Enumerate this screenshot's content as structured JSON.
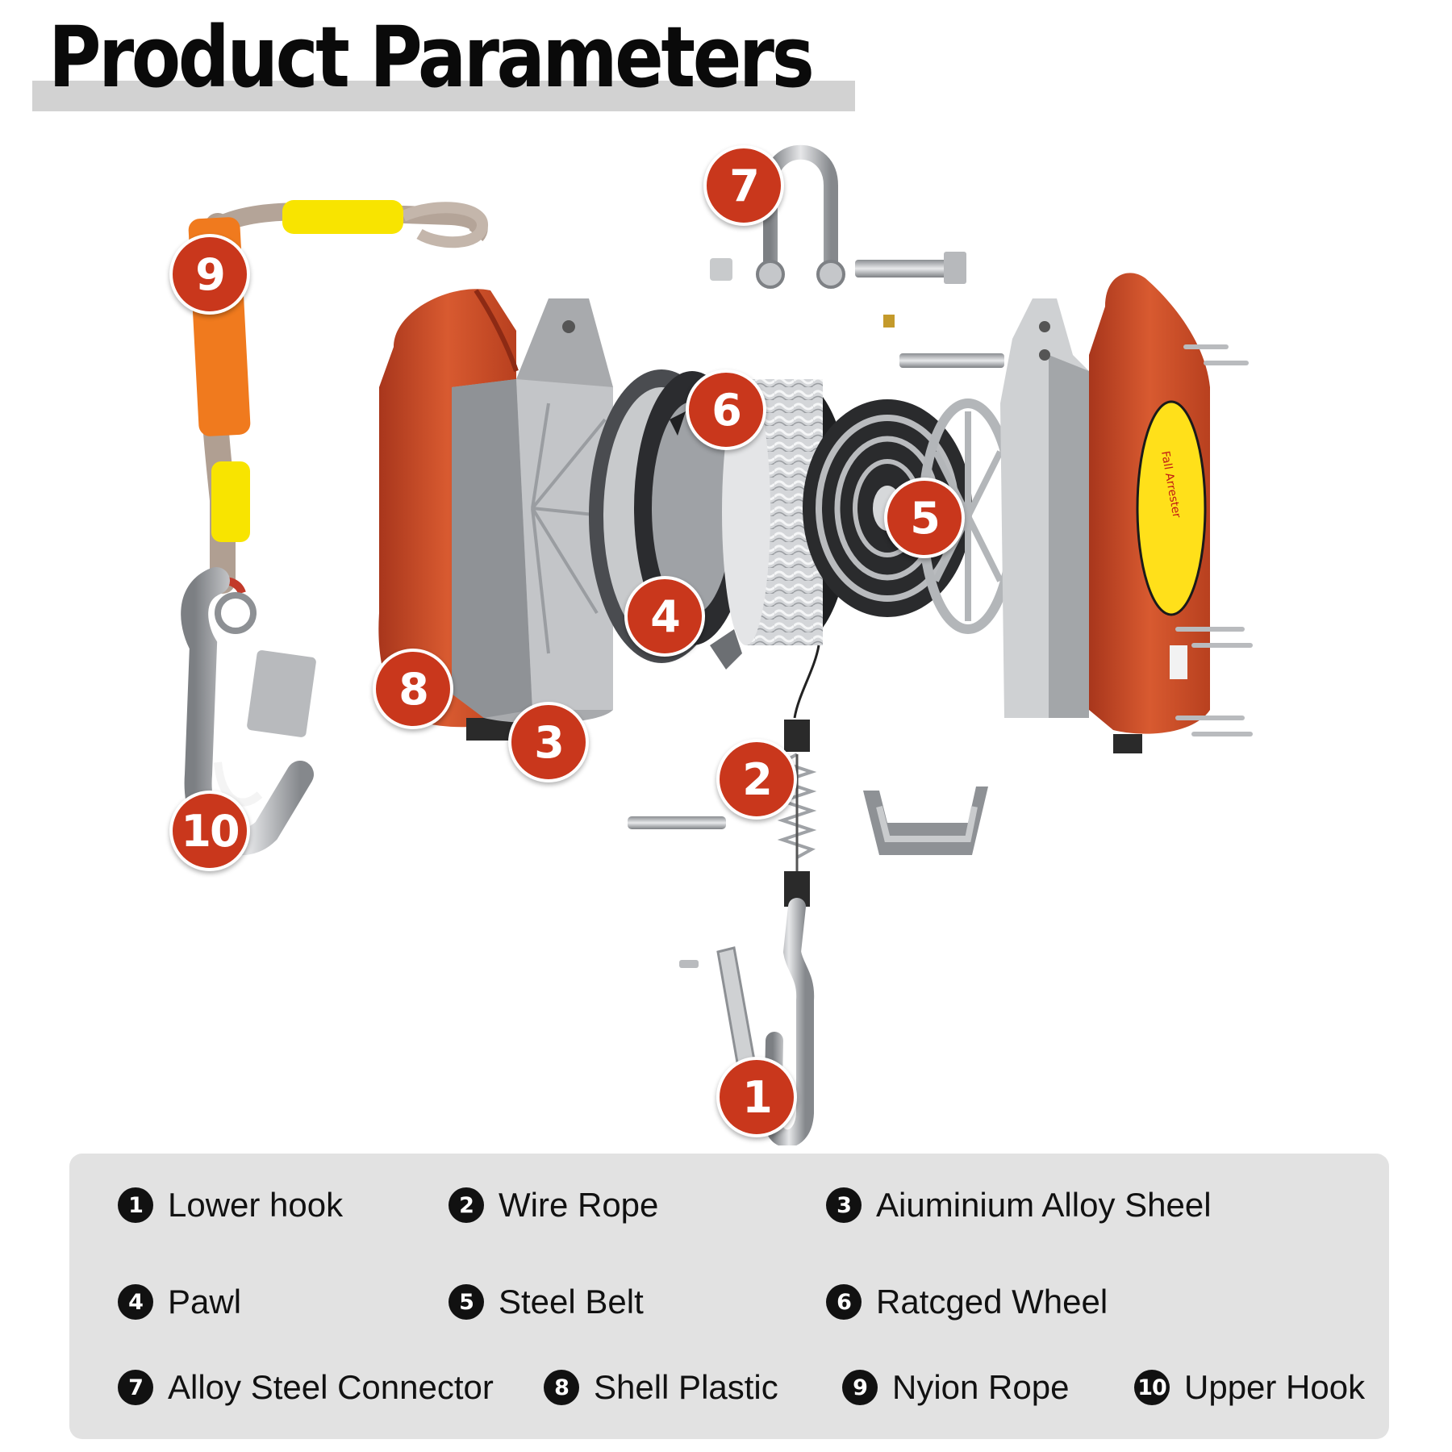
{
  "title": "Product Parameters",
  "label_text": {
    "device_label_title": "Fall Arrester"
  },
  "callouts": [
    "1",
    "2",
    "3",
    "4",
    "5",
    "6",
    "7",
    "8",
    "9",
    "10"
  ],
  "legend": [
    {
      "num": "1",
      "label": "Lower hook"
    },
    {
      "num": "2",
      "label": "Wire Rope"
    },
    {
      "num": "3",
      "label": "Aiuminium Alloy Sheel"
    },
    {
      "num": "4",
      "label": "Pawl"
    },
    {
      "num": "5",
      "label": "Steel Belt"
    },
    {
      "num": "6",
      "label": "Ratcged Wheel"
    },
    {
      "num": "7",
      "label": "Alloy Steel Connector"
    },
    {
      "num": "8",
      "label": "Shell Plastic"
    },
    {
      "num": "9",
      "label": "Nyion Rope"
    },
    {
      "num": "10",
      "label": "Upper Hook"
    }
  ],
  "colors": {
    "accent_red": "#c9371c",
    "housing_orange": "#d2502e",
    "label_yellow": "#ffe01a",
    "metal_gray": "#a6a8ab",
    "panel_gray": "#e2e2e2",
    "rope_orange": "#f07a1e",
    "sleeve_yellow": "#f8e400"
  }
}
